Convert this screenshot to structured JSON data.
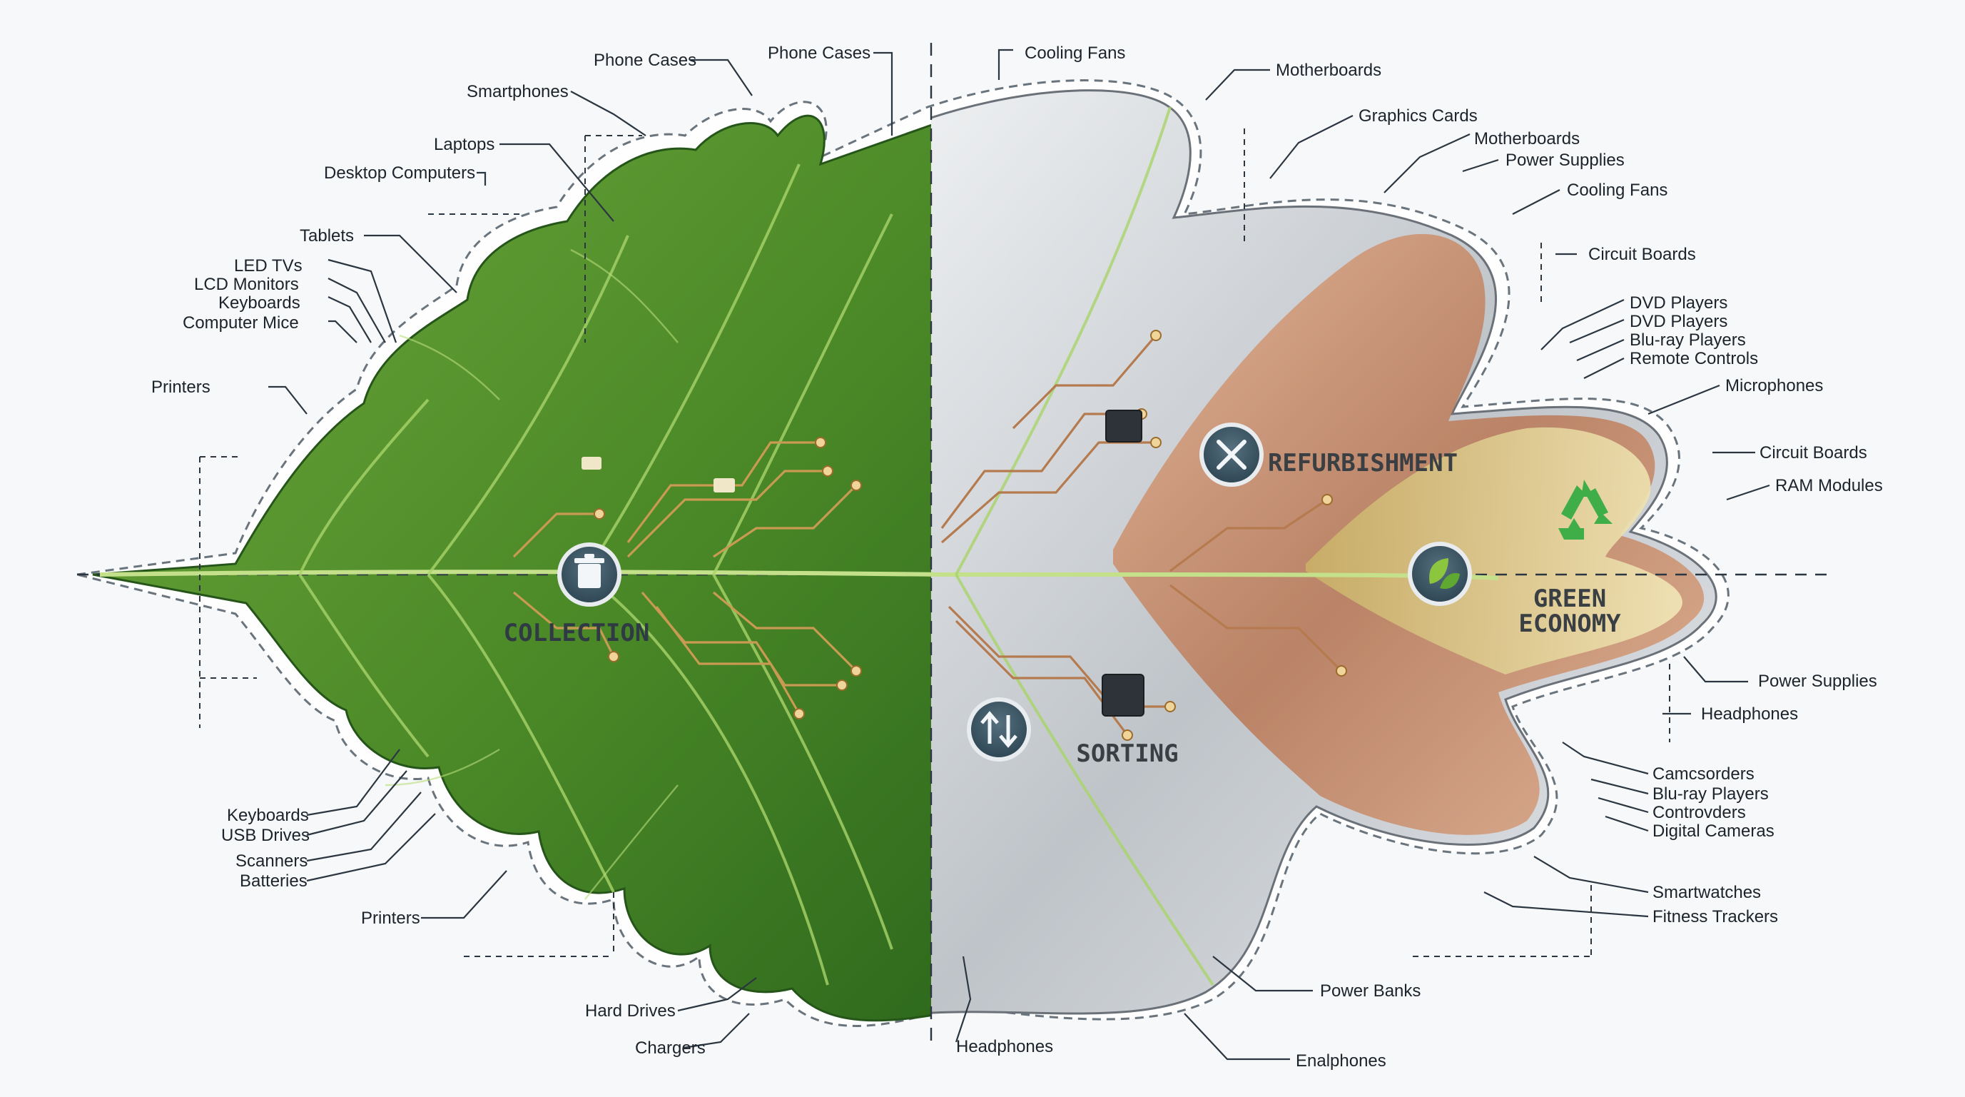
{
  "stages": {
    "collection": "COLLECTION",
    "sorting": "SORTING",
    "refurbishment": "REFURBISHMENT",
    "green_economy_line1": "GREEN",
    "green_economy_line2": "ECONOMY"
  },
  "icons": {
    "collection": "recycle-bin-icon",
    "sorting": "up-down-arrows-icon",
    "refurbishment": "wrench-screwdriver-icon",
    "green_economy": "leaves-icon",
    "recycling": "recycle-symbol-icon"
  },
  "colors": {
    "leaf_green": "#4f8a2b",
    "metal_silver": "#c7ccd0",
    "copper": "#c08058",
    "gold": "#d8c27a",
    "line": "#2b3640"
  },
  "labels": {
    "top": [
      "Phone Cases",
      "Phone Cases",
      "Smartphones",
      "Cooling Fans",
      "Motherboards"
    ],
    "left": [
      "Laptops",
      "Desktop Computers",
      "Tablets",
      "LED TVs",
      "LCD Monitors",
      "Keyboards",
      "Computer Mice",
      "Printers"
    ],
    "left_lower": [
      "Keyboards",
      "USB Drives",
      "Scanners",
      "Batteries",
      "Printers"
    ],
    "bottom": [
      "Hard Drives",
      "Chargers",
      "Headphones",
      "Enalphones",
      "Power Banks"
    ],
    "right": [
      "Graphics Cards",
      "Motherboards",
      "Power Supplies",
      "Cooling Fans",
      "Circuit Boards",
      "DVD Players",
      "DVD Players",
      "Blu-ray Players",
      "Remote Controls",
      "Microphones",
      "Circuit Boards",
      "RAM Modules"
    ],
    "right_lower": [
      "Power Supplies",
      "Headphones",
      "Camcsorders",
      "Blu-ray Players",
      "Controvders",
      "Digital Cameras",
      "Smartwatches",
      "Fitness Trackers"
    ]
  }
}
